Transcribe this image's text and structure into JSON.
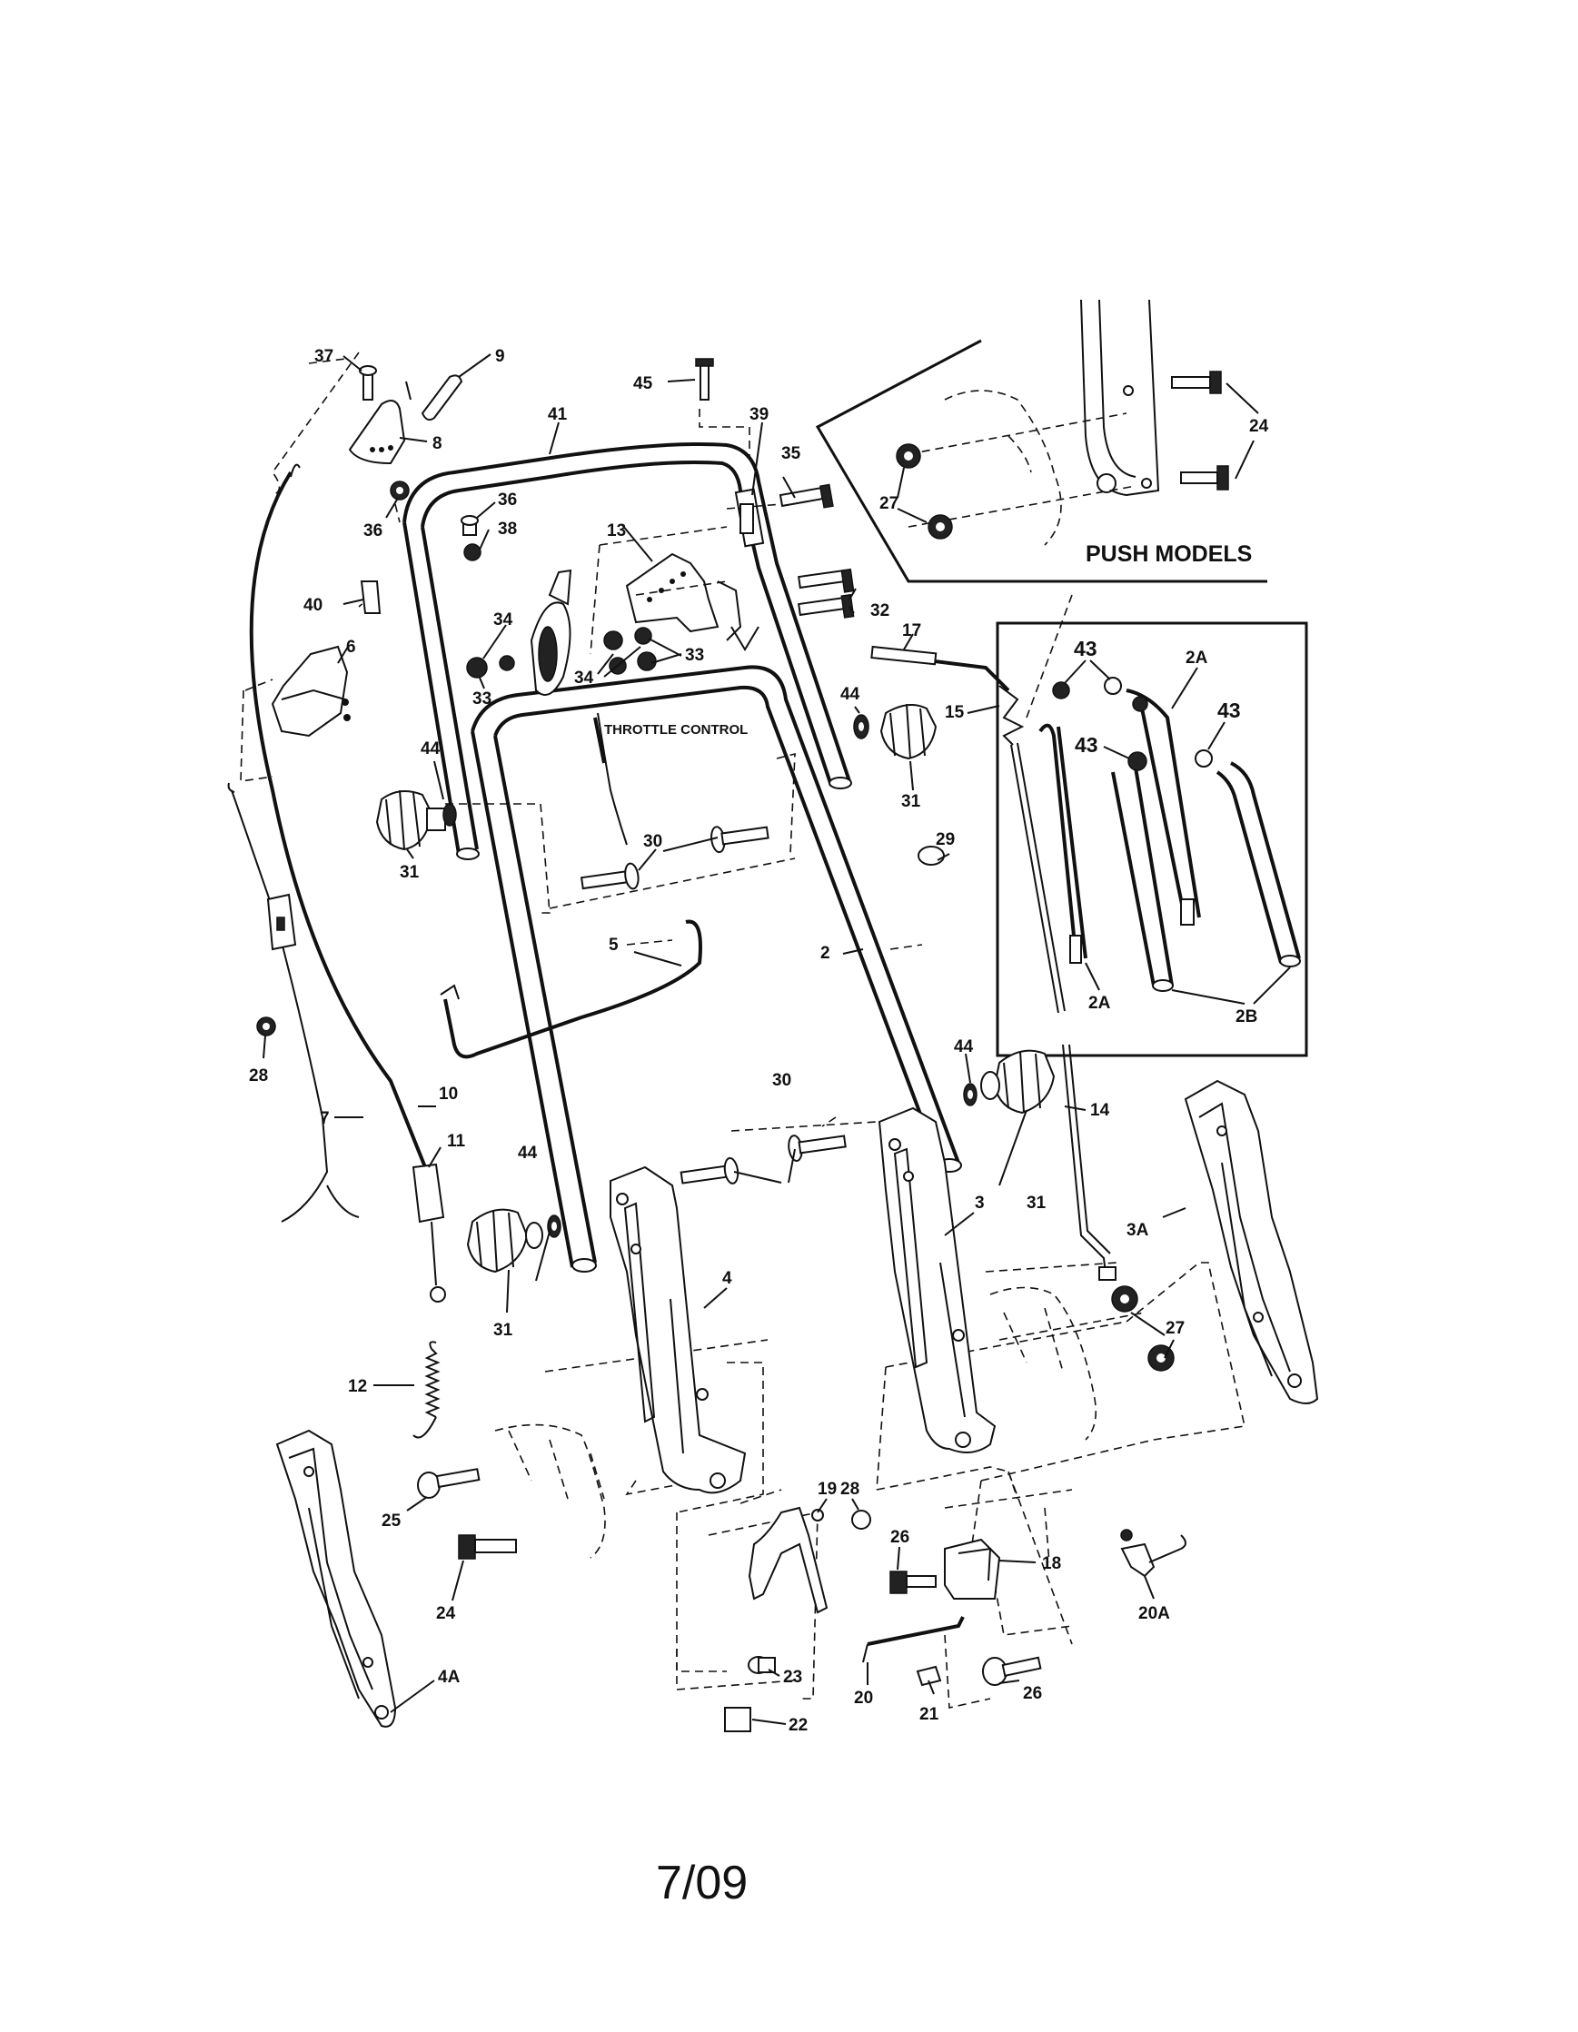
{
  "diagram": {
    "callouts": [
      {
        "id": "37",
        "text": "37"
      },
      {
        "id": "9",
        "text": "9"
      },
      {
        "id": "8",
        "text": "8"
      },
      {
        "id": "36a",
        "text": "36"
      },
      {
        "id": "36b",
        "text": "36"
      },
      {
        "id": "38",
        "text": "38"
      },
      {
        "id": "45",
        "text": "45"
      },
      {
        "id": "41",
        "text": "41"
      },
      {
        "id": "39",
        "text": "39"
      },
      {
        "id": "35",
        "text": "35"
      },
      {
        "id": "13",
        "text": "13"
      },
      {
        "id": "32",
        "text": "32"
      },
      {
        "id": "40",
        "text": "40"
      },
      {
        "id": "6",
        "text": "6"
      },
      {
        "id": "34a",
        "text": "34"
      },
      {
        "id": "34b",
        "text": "34"
      },
      {
        "id": "33a",
        "text": "33"
      },
      {
        "id": "33b",
        "text": "33"
      },
      {
        "id": "17",
        "text": "17"
      },
      {
        "id": "15",
        "text": "15"
      },
      {
        "id": "44a",
        "text": "44"
      },
      {
        "id": "44b",
        "text": "44"
      },
      {
        "id": "44c",
        "text": "44"
      },
      {
        "id": "44d",
        "text": "44"
      },
      {
        "id": "31a",
        "text": "31"
      },
      {
        "id": "31b",
        "text": "31"
      },
      {
        "id": "31c",
        "text": "31"
      },
      {
        "id": "31d",
        "text": "31"
      },
      {
        "id": "30a",
        "text": "30"
      },
      {
        "id": "30b",
        "text": "30"
      },
      {
        "id": "29",
        "text": "29"
      },
      {
        "id": "5",
        "text": "5"
      },
      {
        "id": "2",
        "text": "2"
      },
      {
        "id": "28a",
        "text": "28"
      },
      {
        "id": "28b",
        "text": "28"
      },
      {
        "id": "7",
        "text": "7"
      },
      {
        "id": "10",
        "text": "10"
      },
      {
        "id": "11",
        "text": "11"
      },
      {
        "id": "14",
        "text": "14"
      },
      {
        "id": "3",
        "text": "3"
      },
      {
        "id": "3A",
        "text": "3A"
      },
      {
        "id": "4",
        "text": "4"
      },
      {
        "id": "27",
        "text": "27"
      },
      {
        "id": "12",
        "text": "12"
      },
      {
        "id": "25",
        "text": "25"
      },
      {
        "id": "24",
        "text": "24"
      },
      {
        "id": "19",
        "text": "19"
      },
      {
        "id": "26a",
        "text": "26"
      },
      {
        "id": "26b",
        "text": "26"
      },
      {
        "id": "18",
        "text": "18"
      },
      {
        "id": "23",
        "text": "23"
      },
      {
        "id": "22",
        "text": "22"
      },
      {
        "id": "20",
        "text": "20"
      },
      {
        "id": "21",
        "text": "21"
      },
      {
        "id": "20A",
        "text": "20A"
      },
      {
        "id": "4A",
        "text": "4A"
      }
    ],
    "push_box": {
      "title": "PUSH MODELS",
      "callouts": [
        {
          "id": "pb27",
          "text": "27"
        },
        {
          "id": "pb24",
          "text": "24"
        }
      ]
    },
    "handle_box": {
      "callouts": [
        {
          "id": "hb43a",
          "text": "43"
        },
        {
          "id": "hb43b",
          "text": "43"
        },
        {
          "id": "hb43c",
          "text": "43"
        },
        {
          "id": "hb2Aa",
          "text": "2A"
        },
        {
          "id": "hb2Ab",
          "text": "2A"
        },
        {
          "id": "hb2B",
          "text": "2B"
        }
      ]
    },
    "throttle_label": "THROTTLE CONTROL"
  },
  "footer": {
    "page_code": "7/09"
  }
}
